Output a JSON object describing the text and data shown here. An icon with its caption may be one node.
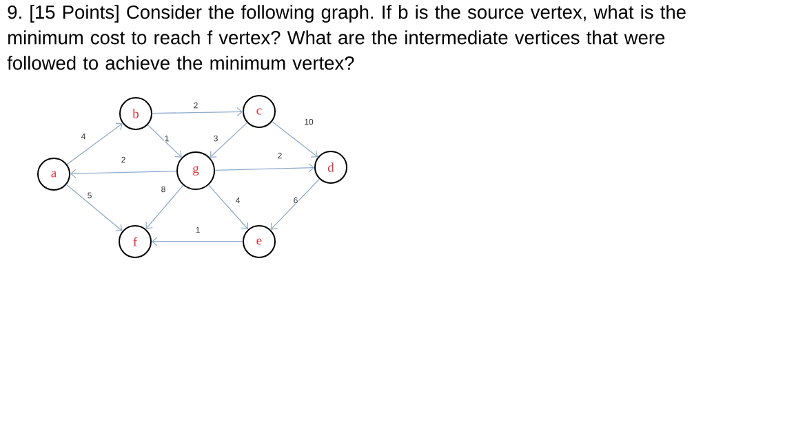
{
  "diagram": {
    "title": "9. [15 Points] Consider the following graph. If b is the source vertex, what is the minimum cost to reach f vertex? What are the intermediate vertices that were followed to achieve the minimum vertex?",
    "nodes": [
      {
        "text": [
          "b"
        ]
      },
      {
        "text": [
          "c"
        ]
      },
      {
        "text": [
          "a"
        ]
      },
      {
        "text": [
          "g"
        ]
      },
      {
        "text": [
          "d"
        ]
      },
      {
        "text": [
          "f"
        ]
      },
      {
        "text": [
          "e"
        ]
      }
    ],
    "edges": [
      {
        "from": 2,
        "to": 0,
        "arrow": "to",
        "label": "4"
      },
      {
        "from": 0,
        "to": 1,
        "arrow": "to",
        "label": "2"
      },
      {
        "from": 0,
        "to": 3,
        "arrow": "to",
        "label": "1"
      },
      {
        "from": 3,
        "to": 2,
        "arrow": "to",
        "label": "2"
      },
      {
        "from": 1,
        "to": 3,
        "arrow": "to",
        "label": "3"
      },
      {
        "from": 1,
        "to": 4,
        "arrow": "to",
        "label": "10"
      },
      {
        "from": 3,
        "to": 4,
        "arrow": "to",
        "label": "2"
      },
      {
        "from": 2,
        "to": 5,
        "arrow": "to",
        "label": "5"
      },
      {
        "from": 3,
        "to": 5,
        "arrow": "to",
        "label": "8"
      },
      {
        "from": 3,
        "to": 6,
        "arrow": "to",
        "label": "4"
      },
      {
        "from": 4,
        "to": 6,
        "arrow": "to",
        "label": "6"
      },
      {
        "from": 6,
        "to": 5,
        "arrow": "to",
        "label": "1"
      }
    ]
  }
}
